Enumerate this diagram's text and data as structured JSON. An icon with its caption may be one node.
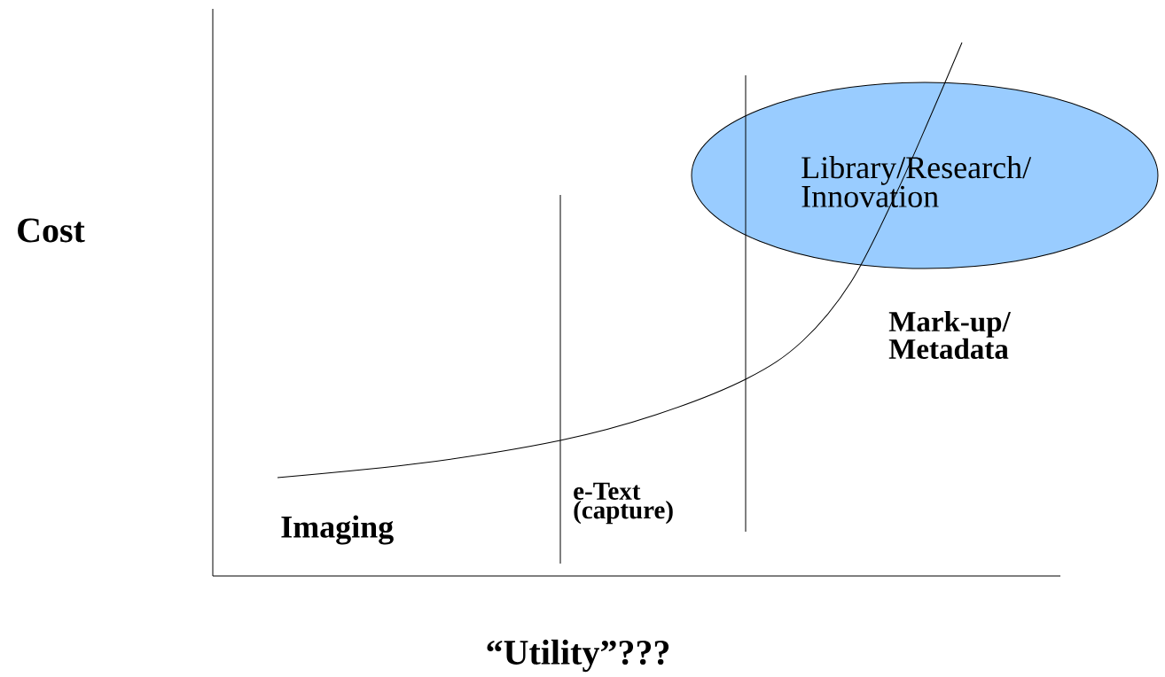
{
  "diagram": {
    "nodes": [
      {
        "text": [
          "Library/Research/ Innovation"
        ]
      }
    ],
    "labels": [
      "Cost",
      "Imaging",
      "e-Text (capture)",
      "Mark-up/ Metadata",
      "“Utility”???"
    ]
  }
}
